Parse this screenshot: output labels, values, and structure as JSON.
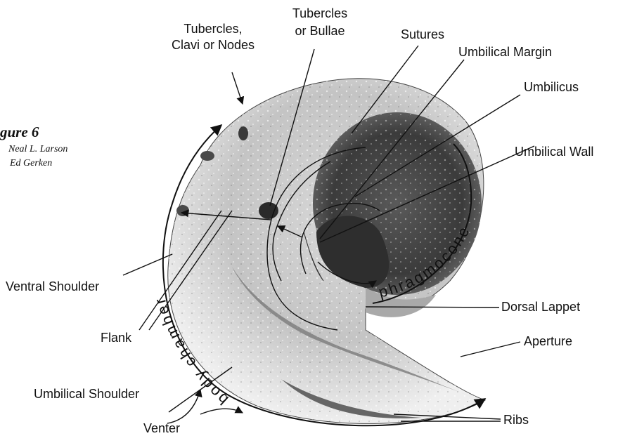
{
  "figure": {
    "title": "gure 6",
    "authors": [
      "Neal L. Larson",
      "Ed Gerken"
    ]
  },
  "labels": {
    "tubercles_clavi_nodes": [
      "Tubercles,",
      "Clavi or Nodes"
    ],
    "tubercles_bullae": [
      "Tubercles",
      "or Bullae"
    ],
    "sutures": "Sutures",
    "umbilical_margin": "Umbilical Margin",
    "umbilicus": "Umbilicus",
    "umbilical_wall": "Umbilical Wall",
    "ventral_shoulder": "Ventral Shoulder",
    "flank": "Flank",
    "umbilical_shoulder": "Umbilical Shoulder",
    "venter": "Venter",
    "dorsal_lappet": "Dorsal Lappet",
    "aperture": "Aperture",
    "ribs": "Ribs"
  },
  "arc_labels": {
    "phragmocone": "phragmocone",
    "body_chamber": "body chamber"
  }
}
